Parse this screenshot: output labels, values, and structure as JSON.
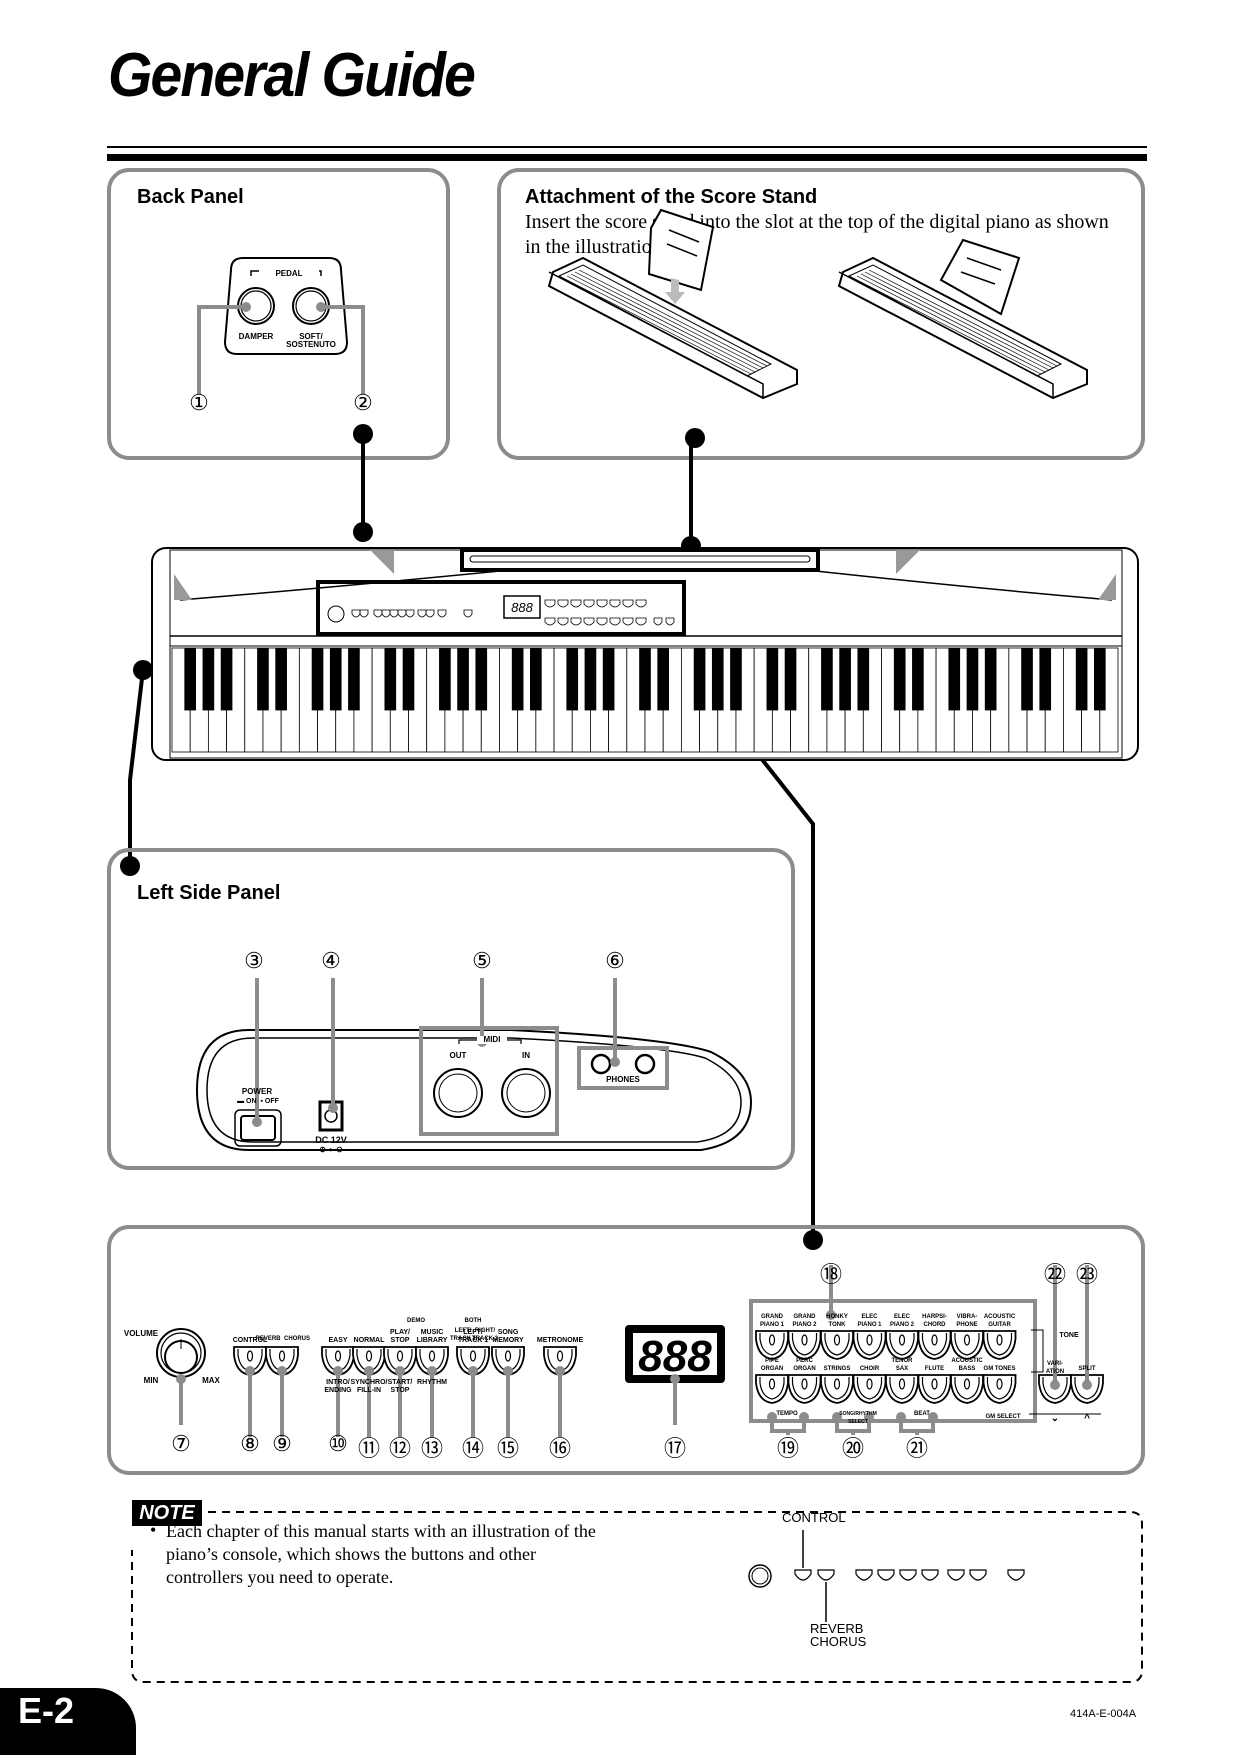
{
  "page": {
    "title": "General Guide",
    "page_number": "E-2",
    "doc_code": "414A-E-004A"
  },
  "back_panel": {
    "heading": "Back Panel",
    "pedal_group": "PEDAL",
    "jacks": [
      {
        "label": "DAMPER",
        "callout": "①"
      },
      {
        "label": "SOFT/\nSOSTENUTO",
        "callout": "②"
      }
    ]
  },
  "score_stand": {
    "heading": "Attachment of the Score Stand",
    "text": "Insert the score stand into the slot at the top of the digital piano as shown in the illustration."
  },
  "left_side_panel": {
    "heading": "Left Side Panel",
    "callouts": [
      "③",
      "④",
      "⑤",
      "⑥"
    ],
    "power_label": "POWER",
    "power_states": "▬ ON  ▪ OFF",
    "dc_label": "DC 12V",
    "dc_polarity": "⊕-◐-⊖",
    "midi_label": "MIDI",
    "midi_out": "OUT",
    "midi_in": "IN",
    "phones_label": "PHONES"
  },
  "console": {
    "volume": {
      "label": "VOLUME",
      "min": "MIN",
      "max": "MAX",
      "callout": "⑦"
    },
    "buttons_left": [
      {
        "top": "CONTROL",
        "bottom": "",
        "callout": "⑧"
      },
      {
        "top": "",
        "bottom": "",
        "callout": "⑨",
        "leds": [
          "REVERB",
          "CHORUS"
        ]
      },
      {
        "top": "EASY",
        "bottom": "INTRO/\nENDING",
        "callout": "⑩"
      },
      {
        "top": "NORMAL",
        "bottom": "SYNCHRO/\nFILL-IN",
        "callout": "⑪"
      },
      {
        "top": "PLAY/\nSTOP",
        "bottom": "START/\nSTOP",
        "callout": "⑫"
      },
      {
        "top": "MUSIC\nLIBRARY",
        "bottom": "RHYTHM",
        "callout": "⑬"
      },
      {
        "top": "LEFT/\nTRACK 1",
        "bottom": "",
        "callout": "⑭"
      },
      {
        "top": "RIGHT/\nTRACK 2",
        "bottom": "",
        "callout": ""
      },
      {
        "top": "SONG\nMEMORY",
        "bottom": "",
        "callout": "⑮"
      },
      {
        "top": "METRONOME",
        "bottom": "",
        "callout": "⑯"
      }
    ],
    "group_demo": "DEMO",
    "group_both": "BOTH",
    "display": {
      "value": "888",
      "callout": "⑰"
    },
    "tone_row1": [
      "GRAND\nPIANO 1",
      "GRAND\nPIANO 2",
      "HONKY\nTONK",
      "ELEC\nPIANO 1",
      "ELEC\nPIANO 2",
      "HARPSI-\nCHORD",
      "VIBRA-\nPHONE",
      "ACOUSTIC\nGUITAR"
    ],
    "tone_row2": [
      "PIPE\nORGAN",
      "PERC\nORGAN",
      "STRINGS",
      "CHOIR",
      "TENOR\nSAX",
      "FLUTE",
      "ACOUSTIC\nBASS",
      "GM TONES"
    ],
    "tone_label": "TONE",
    "gm_select": "GM SELECT",
    "tempo_label": "TEMPO",
    "song_rhythm_label": "SONG/RHYTHM\nSELECT",
    "beat_label": "BEAT",
    "tone_callout": "⑱",
    "tempo_callout": "⑲",
    "song_callout": "⑳",
    "beat_callout": "㉑",
    "variation": {
      "label": "VARI-\nATION",
      "callout": "㉒",
      "arrow": "⌄"
    },
    "split": {
      "label": "SPLIT",
      "callout": "㉓",
      "arrow": "^"
    }
  },
  "note": {
    "badge": "NOTE",
    "bullet": "Each chapter of this manual starts with an illustration of the piano’s console, which shows the buttons and other controllers you need to operate.",
    "diagram_label_top": "CONTROL",
    "diagram_label_bottom": "REVERB\nCHORUS"
  }
}
